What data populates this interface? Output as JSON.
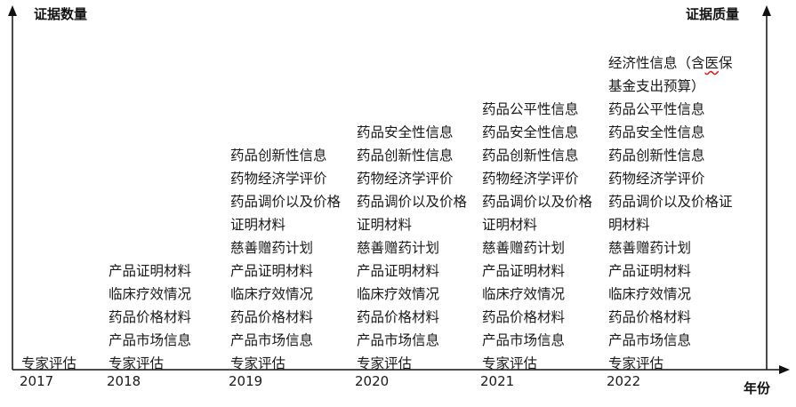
{
  "axes": {
    "y_left_label": "证据数量",
    "y_right_label": "证据质量",
    "x_label": "年份"
  },
  "years": [
    {
      "year": "2017",
      "items": [
        "专家评估"
      ]
    },
    {
      "year": "2018",
      "items": [
        "产品证明材料",
        "临床疗效情况",
        "药品价格材料",
        "产品市场信息",
        "专家评估"
      ]
    },
    {
      "year": "2019",
      "items": [
        "药品创新性信息",
        "药物经济学评价",
        "药品调价以及价格证明材料",
        "慈善赠药计划",
        "产品证明材料",
        "临床疗效情况",
        "药品价格材料",
        "产品市场信息",
        "专家评估"
      ]
    },
    {
      "year": "2020",
      "items": [
        "药品安全性信息",
        "药品创新性信息",
        "药物经济学评价",
        "药品调价以及价格证明材料",
        "慈善赠药计划",
        "产品证明材料",
        "临床疗效情况",
        "药品价格材料",
        "产品市场信息",
        "专家评估"
      ]
    },
    {
      "year": "2021",
      "items": [
        "药品公平性信息",
        "药品安全性信息",
        "药品创新性信息",
        "药物经济学评价",
        "药品调价以及价格证明材料",
        "慈善赠药计划",
        "产品证明材料",
        "临床疗效情况",
        "药品价格材料",
        "产品市场信息",
        "专家评估"
      ]
    },
    {
      "year": "2022",
      "items": [
        "经济性信息（含医保基金支出预算）",
        "药品公平性信息",
        "药品安全性信息",
        "药品创新性信息",
        "药物经济学评价",
        "药品调价以及价格证明材料",
        "慈善赠药计划",
        "产品证明材料",
        "临床疗效情况",
        "药品价格材料",
        "产品市场信息",
        "专家评估"
      ]
    }
  ]
}
